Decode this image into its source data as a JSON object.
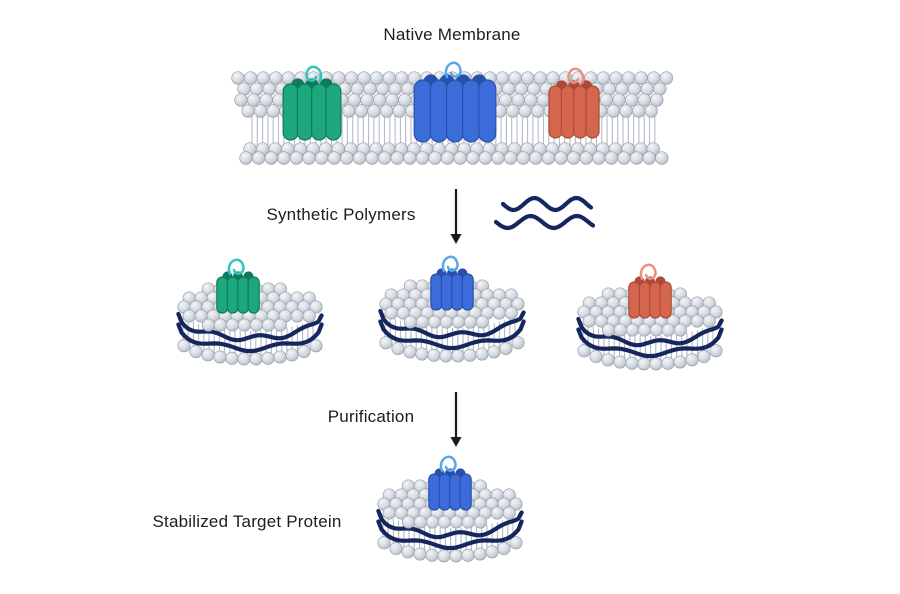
{
  "labels": {
    "native_membrane": "Native Membrane",
    "synthetic_polymers": "Synthetic Polymers",
    "purification": "Purification",
    "stabilized_target_protein": "Stabilized Target Protein"
  },
  "icons": {
    "arrow_step_1": "down-arrow",
    "arrow_step_2": "down-arrow",
    "free_polymers": "two-wavy-polymer-lines"
  },
  "colors": {
    "background": "#ffffff",
    "text": "#1d1d1f",
    "arrow": "#1a1a1a",
    "polymer": "#16265e",
    "lipid_head_light": "#f3f5f7",
    "lipid_head_mid": "#d7dce2",
    "lipid_head_dark": "#aeb6c0",
    "lipid_head_stroke": "#97a0ab",
    "lipid_tail": "#b4bbc5",
    "protein_green": {
      "fill": "#1ca87c",
      "dark": "#0e7b5a",
      "loop": "#2fc4c0"
    },
    "protein_blue": {
      "fill": "#3b6cd9",
      "dark": "#2750ab",
      "loop": "#58a9e9"
    },
    "protein_orange": {
      "fill": "#d5664e",
      "dark": "#ad4936",
      "loop": "#ea917d"
    }
  }
}
